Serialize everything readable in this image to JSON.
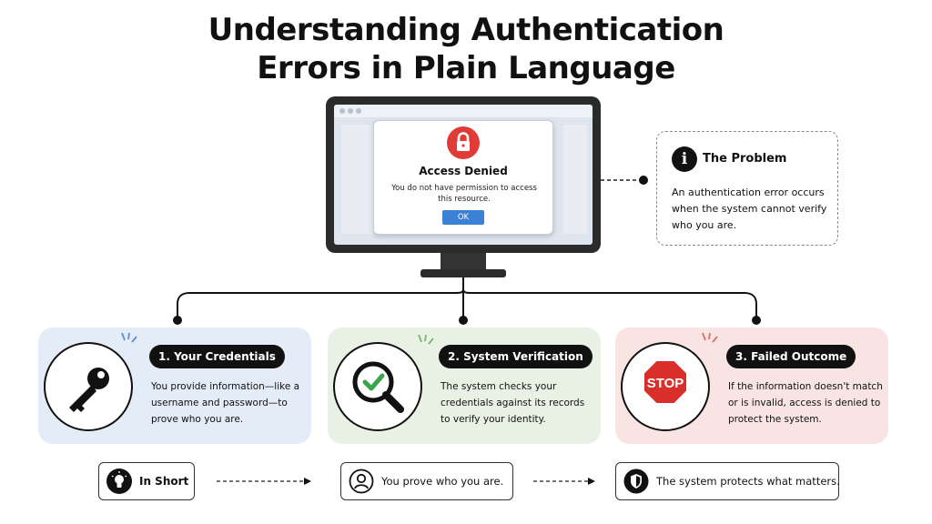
{
  "title": {
    "line1": "Understanding Authentication",
    "line2": "Errors in Plain Language"
  },
  "dialog": {
    "icon": "lock-icon",
    "title": "Access Denied",
    "message": "You do not have permission to access this resource.",
    "button": "OK"
  },
  "problem": {
    "icon": "info-icon",
    "icon_glyph": "i",
    "title": "The Problem",
    "body": "An authentication error occurs when the system cannot verify who you are."
  },
  "steps": [
    {
      "icon": "key-icon",
      "label": "1. Your Credentials",
      "text": "You provide information—like a username and password—to prove who you are.",
      "color": "#e4ecf7"
    },
    {
      "icon": "magnifier-check-icon",
      "label": "2. System Verification",
      "text": "The system checks your credentials against its records to verify your identity.",
      "color": "#e8f1e4"
    },
    {
      "icon": "stop-sign-icon",
      "label": "3. Failed Outcome",
      "text": "If the information doesn't match or is invalid, access is denied to protect the system.",
      "color": "#f9e4e4"
    }
  ],
  "stop_sign_text": "STOP",
  "summary": {
    "label": "In Short",
    "label_icon": "lightbulb-icon",
    "items": [
      {
        "icon": "user-icon",
        "text": "You prove who you are."
      },
      {
        "icon": "shield-icon",
        "text": "The system protects what matters."
      }
    ]
  },
  "colors": {
    "accent_red": "#e03b36",
    "ok_blue": "#3b82d6",
    "check_green": "#3aa54a",
    "spark_blue": "#5b8fd6",
    "spark_green": "#79b56a",
    "spark_red": "#e06b6b"
  }
}
